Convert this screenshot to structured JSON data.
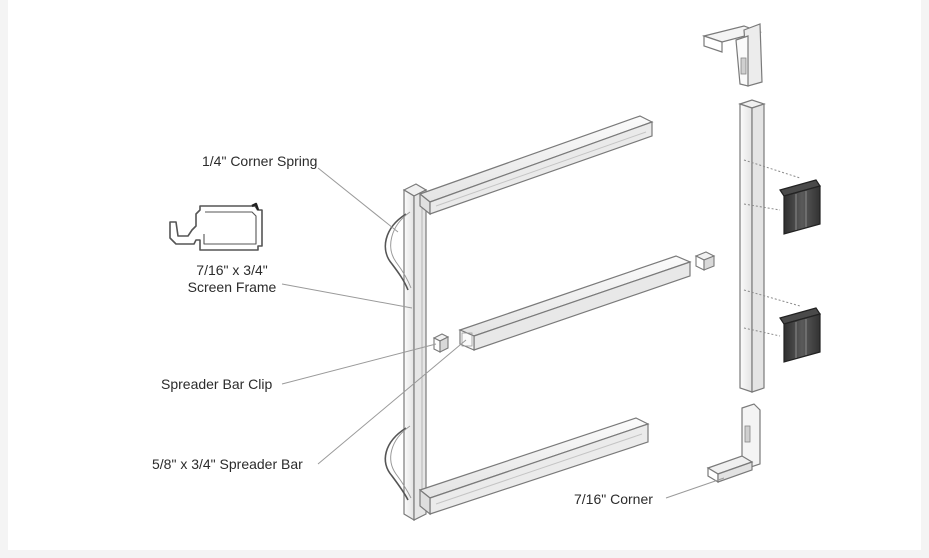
{
  "labels": {
    "corner_spring": "1/4\" Corner Spring",
    "screen_frame_line1": "7/16\" x 3/4\"",
    "screen_frame_line2": "Screen Frame",
    "spreader_bar_clip": "Spreader Bar Clip",
    "spreader_bar": "5/8\" x 3/4\" Spreader Bar",
    "corner": "7/16\" Corner"
  },
  "colors": {
    "background": "#ffffff",
    "outline": "#7a7a7a",
    "frame_fill": "#f7f7f7",
    "frame_shade": "#e2e2e2",
    "leader_line": "#9a9a9a",
    "tab_dark": "#3c3c3c",
    "text": "#2b2b2b"
  }
}
